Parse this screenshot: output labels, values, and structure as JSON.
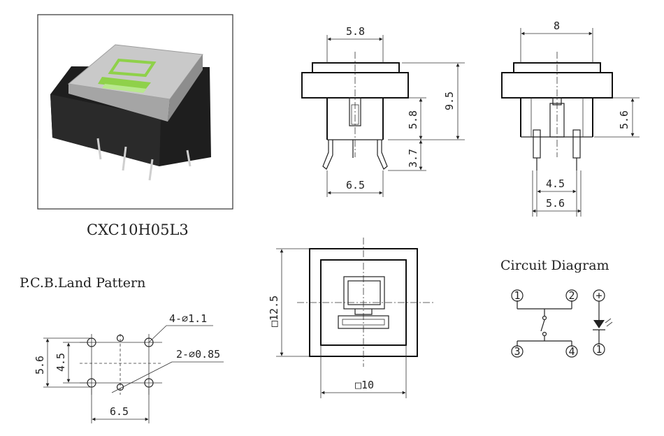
{
  "photo": {
    "model": "CXC10H05L3"
  },
  "front_view": {
    "top_width": "5.8",
    "total_height": "9.5",
    "body_height": "5.8",
    "pin_length": "3.7",
    "pin_spacing": "6.5"
  },
  "side_view": {
    "cap_width": "8",
    "body_height": "5.6",
    "inner_spacing": "4.5",
    "outer_spacing": "5.6"
  },
  "pcb": {
    "title": "P.C.B.Land Pattern",
    "large_holes": "4-⌀1.1",
    "small_holes": "2-⌀0.85",
    "outer_height": "5.6",
    "inner_height": "4.5",
    "width": "6.5"
  },
  "top_view": {
    "outer_size": "□12.5",
    "inner_size": "□10"
  },
  "circuit": {
    "title": "Circuit Diagram",
    "pins": [
      "1",
      "2",
      "3",
      "4"
    ],
    "led_plus": "+",
    "led_minus": "1"
  },
  "colors": {
    "icon_green": "#8fd14a",
    "cap_grey": "#c9c9c9",
    "body_black": "#1e1e1e"
  }
}
